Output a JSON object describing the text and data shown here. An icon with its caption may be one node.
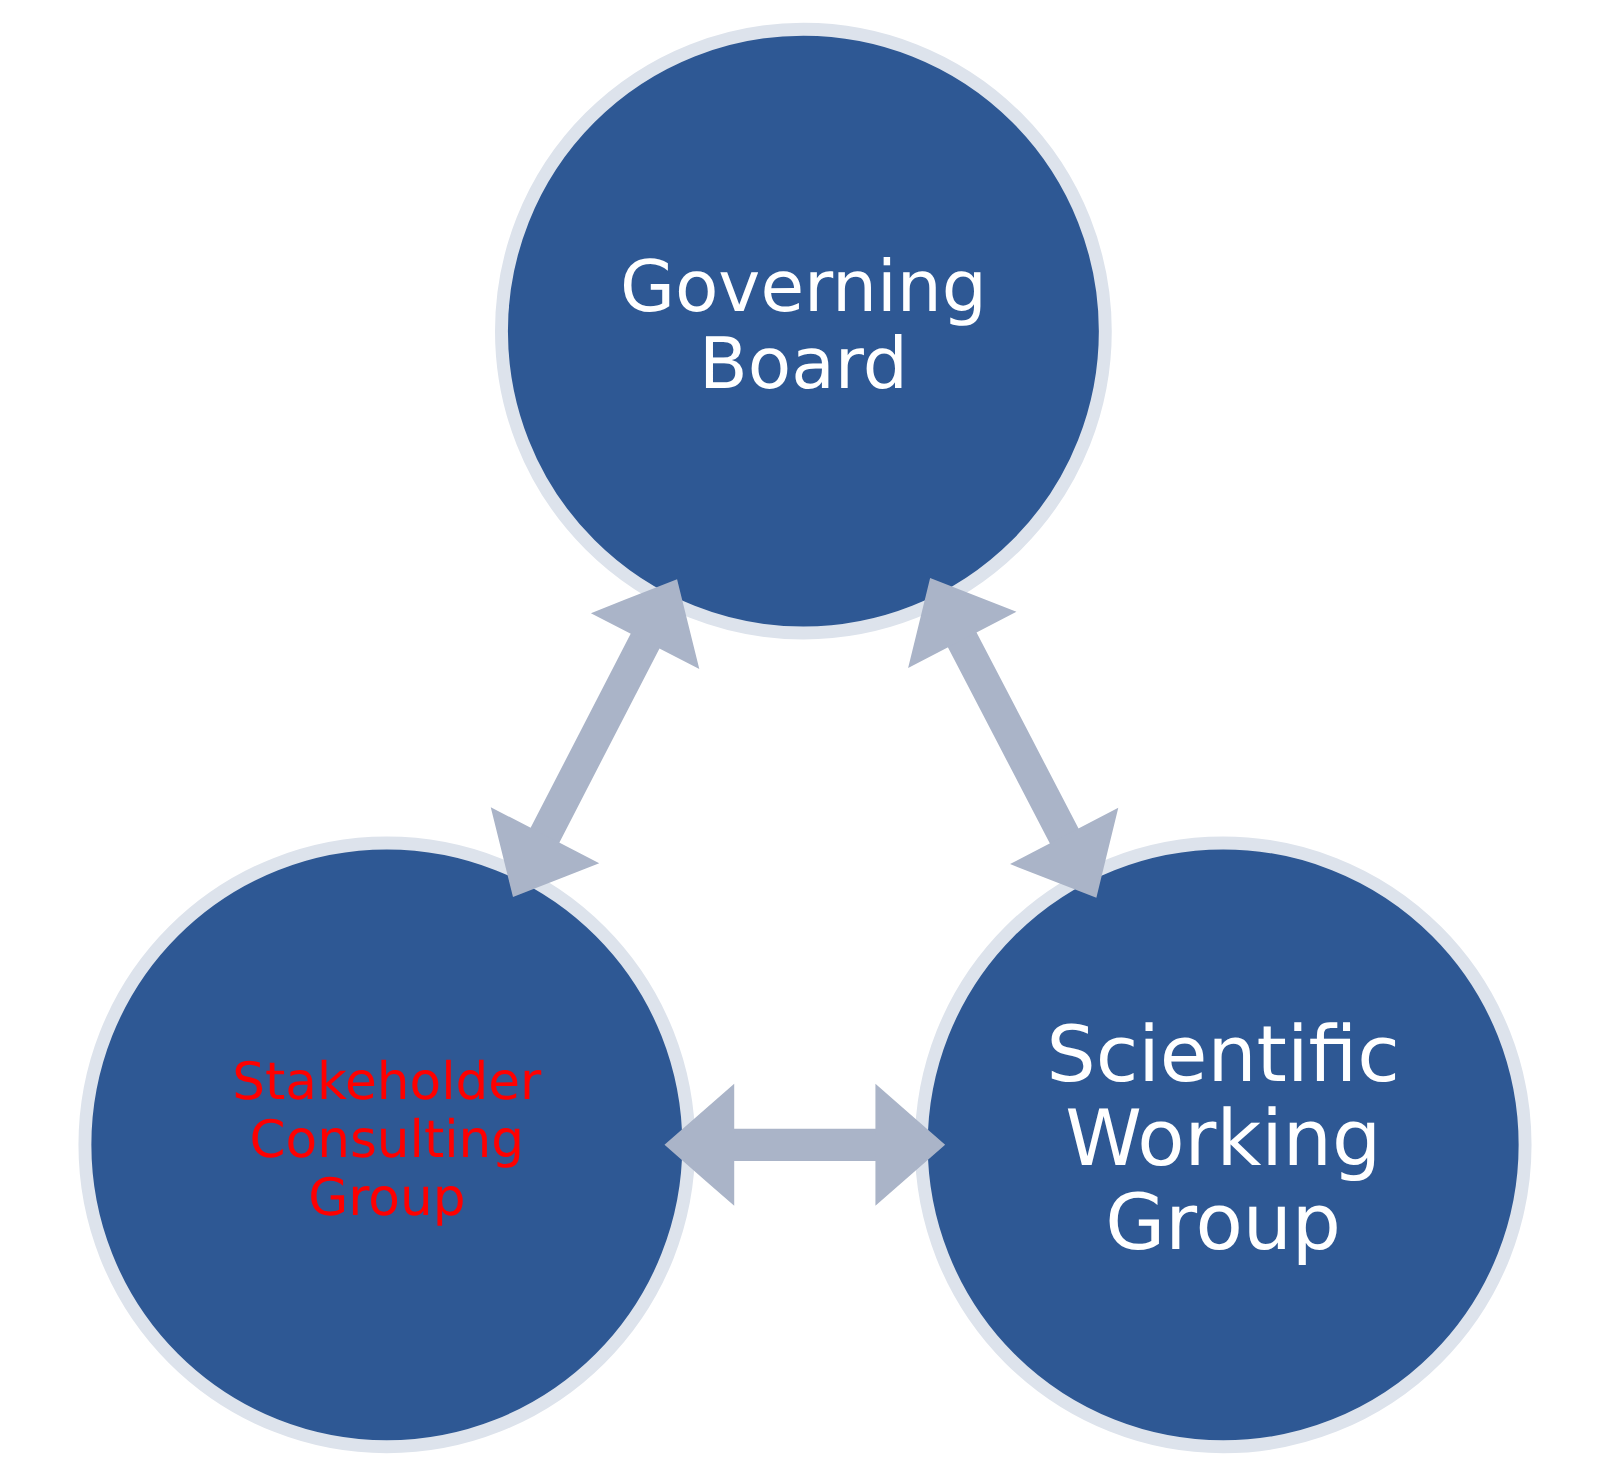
{
  "diagram": {
    "nodes": [
      {
        "text": [
          "Governing Board"
        ]
      },
      {
        "text": [
          "Stakeholder Consulting Group"
        ]
      },
      {
        "text": [
          "Scientific Working Group"
        ]
      }
    ],
    "edges": [
      {
        "from": 0,
        "to": 1,
        "arrow": "both"
      },
      {
        "from": 0,
        "to": 2,
        "arrow": "both"
      },
      {
        "from": 1,
        "to": 2,
        "arrow": "both"
      }
    ]
  }
}
